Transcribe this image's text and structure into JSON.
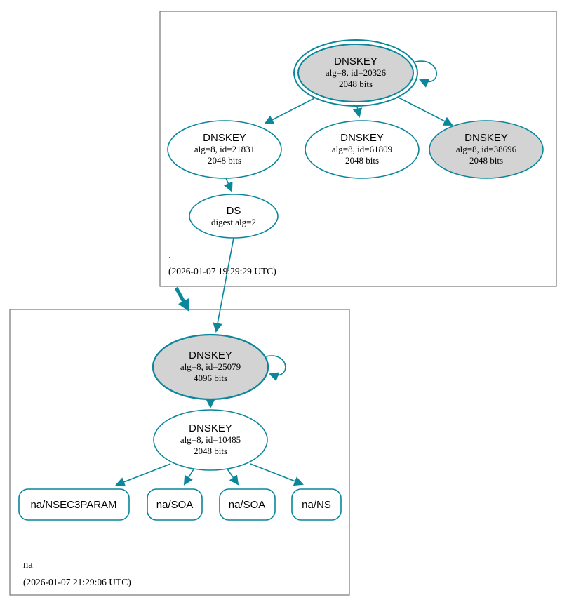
{
  "colors": {
    "edge": "#0a879a",
    "signing_fill": "#d3d3d3",
    "node_fill": "#ffffff",
    "cluster_border": "#747474",
    "text": "#000000"
  },
  "zones": {
    "root": {
      "label": ".",
      "timestamp": "(2026-01-07 19:29:29 UTC)"
    },
    "na": {
      "label": "na",
      "timestamp": "(2026-01-07 21:29:06 UTC)"
    }
  },
  "nodes": {
    "k20326": {
      "title": "DNSKEY",
      "detail": "alg=8, id=20326",
      "bits": "2048 bits"
    },
    "k21831": {
      "title": "DNSKEY",
      "detail": "alg=8, id=21831",
      "bits": "2048 bits"
    },
    "k61809": {
      "title": "DNSKEY",
      "detail": "alg=8, id=61809",
      "bits": "2048 bits"
    },
    "k38696": {
      "title": "DNSKEY",
      "detail": "alg=8, id=38696",
      "bits": "2048 bits"
    },
    "ds": {
      "title": "DS",
      "detail": "digest alg=2"
    },
    "k25079": {
      "title": "DNSKEY",
      "detail": "alg=8, id=25079",
      "bits": "4096 bits"
    },
    "k10485": {
      "title": "DNSKEY",
      "detail": "alg=8, id=10485",
      "bits": "2048 bits"
    }
  },
  "rrsets": {
    "nsec3param": {
      "label": "na/NSEC3PARAM"
    },
    "soa1": {
      "label": "na/SOA"
    },
    "soa2": {
      "label": "na/SOA"
    },
    "ns": {
      "label": "na/NS"
    }
  }
}
